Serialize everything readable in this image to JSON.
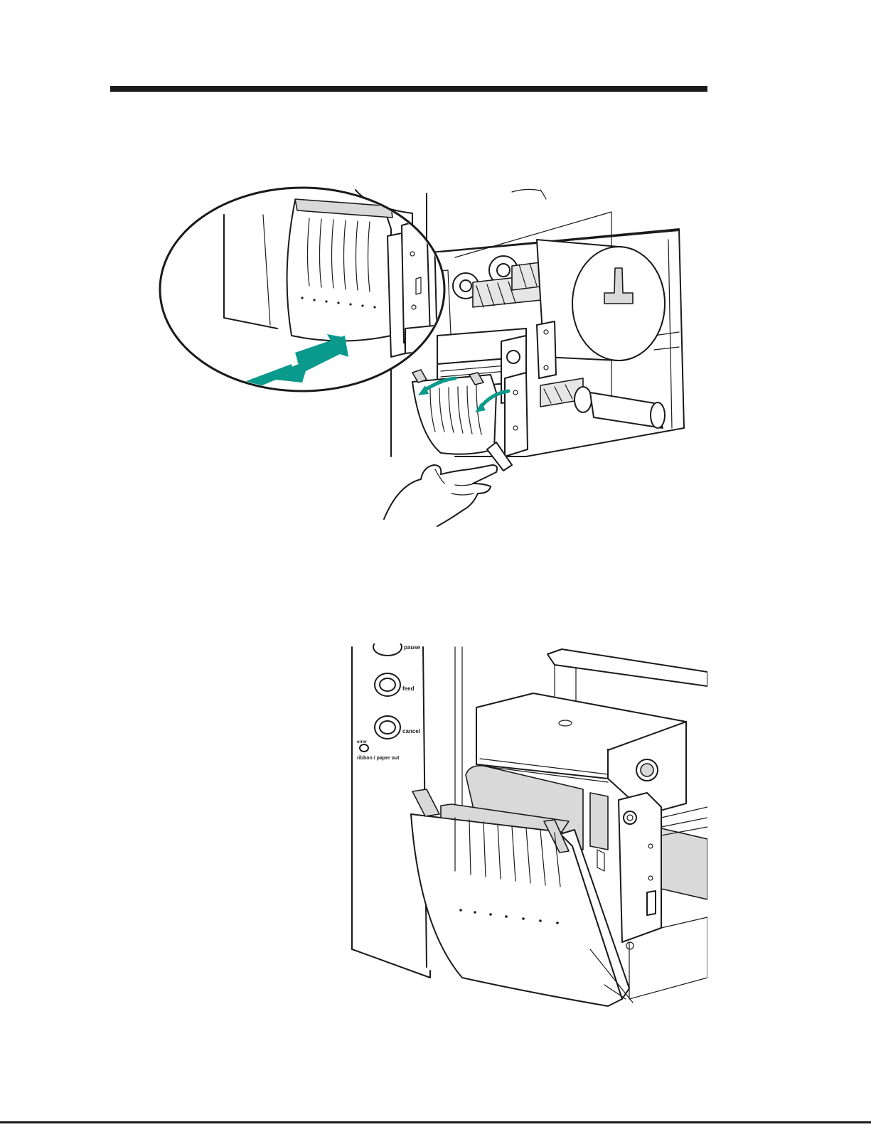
{
  "page": {
    "background": "#ffffff",
    "rule_color": "#1a1a1a",
    "accent_color": "#0a9a8c"
  },
  "figure_top": {
    "icons": [
      "printer-mechanism-icon",
      "hand-icon",
      "push-arrow-icon",
      "open-arrow-icon"
    ]
  },
  "figure_bottom": {
    "panel_labels": {
      "pause": "pause",
      "feed": "feed",
      "cancel": "cancel",
      "error": "error",
      "ribbon_paper_out": "ribbon / paper out"
    }
  }
}
